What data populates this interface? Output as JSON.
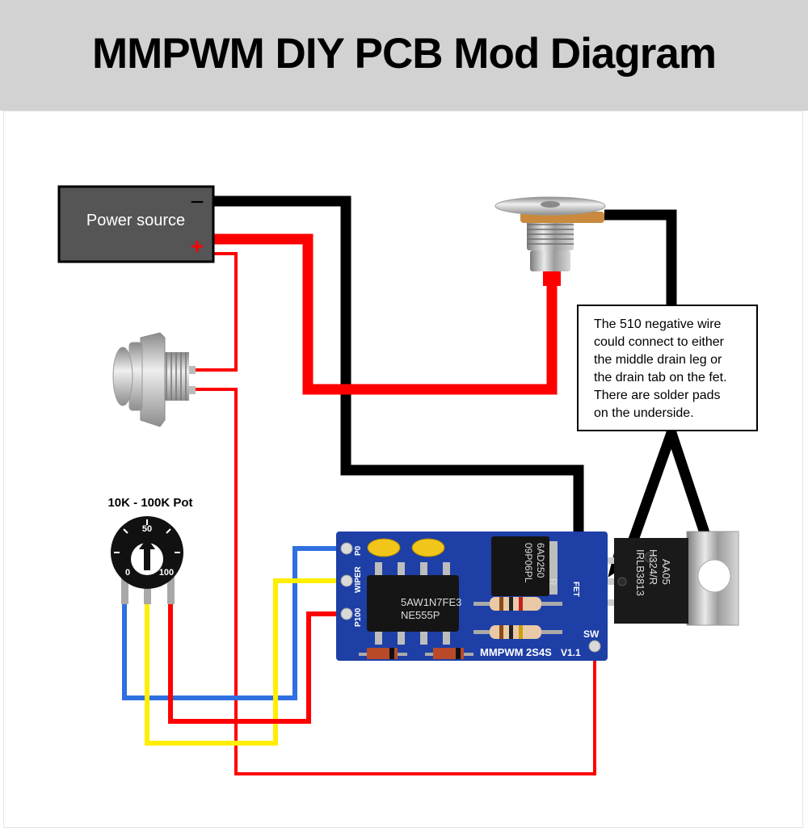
{
  "header": {
    "title": "MMPWM DIY PCB Mod Diagram"
  },
  "power_source": {
    "label": "Power source",
    "negative": "−",
    "positive": "+"
  },
  "note": {
    "lines": [
      "The 510 negative wire",
      "could connect to either",
      "the middle drain leg or",
      "the drain tab on the fet.",
      "There are solder pads",
      "on the underside."
    ]
  },
  "pot": {
    "title": "10K - 100K Pot",
    "dial_marks": [
      "0",
      "50",
      "100"
    ]
  },
  "pcb": {
    "name": "MMPWM 2S4S",
    "version": "V1.1",
    "pad_labels": [
      "P0",
      "WIPER",
      "P100"
    ],
    "sw_label": "SW",
    "fet_label": "FET",
    "timer_chip": [
      "5AW1N7FE3",
      "NE555P"
    ],
    "driver_chip": [
      "09P06PL",
      "6AD250",
      "R"
    ]
  },
  "fet": {
    "marking": [
      "IRLB3813",
      "H324/R",
      "AA05"
    ]
  },
  "colors": {
    "header_bg": "#d2d2d2",
    "wire_black": "#000000",
    "wire_red": "#ff0000",
    "wire_yellow": "#ffee00",
    "wire_blue": "#2f6fe0",
    "pcb_blue": "#1d3fa6",
    "power_box": "#555555"
  }
}
